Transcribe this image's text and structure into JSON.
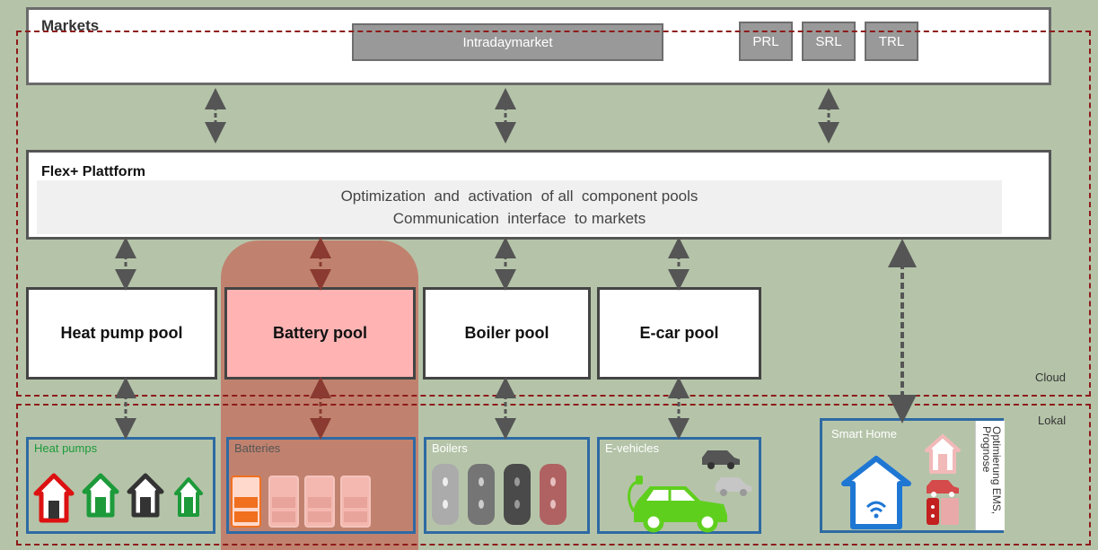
{
  "markets": {
    "title": "Markets",
    "intraday": "Intradaymarket",
    "prl": "PRL",
    "srl": "SRL",
    "trl": "TRL"
  },
  "platform": {
    "title": "Flex+ Plattform",
    "line1": "Optimization  and  activation  of all  component pools",
    "line2": "Communication  interface  to markets"
  },
  "pools": {
    "heat_pump": "Heat pump pool",
    "battery": "Battery pool",
    "boiler": "Boiler pool",
    "ecar": "E-car pool"
  },
  "zones": {
    "cloud": "Cloud",
    "local": "Lokal"
  },
  "devices": {
    "heat_pumps": "Heat pumps",
    "batteries": "Batteries",
    "boilers": "Boilers",
    "evehicles": "E-vehicles",
    "smart_home": "Smart Home",
    "smart_home_side": "Optimierung EMS, Prognose"
  },
  "colors": {
    "background": "#b5c4a9",
    "highlight": "#c0826f",
    "battery_pool": "#ffb3b3",
    "local_border": "#2e6aa3",
    "dashed_border": "#8e1b1b"
  }
}
